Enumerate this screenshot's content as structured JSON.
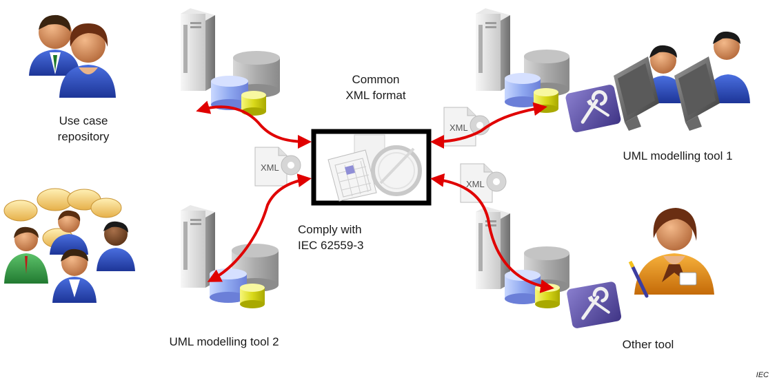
{
  "labels": {
    "use_case_repository": "Use case\nrepository",
    "common_xml": "Common\nXML format",
    "uml_tool_1": "UML modelling tool 1",
    "uml_tool_2": "UML modelling tool 2",
    "comply": "Comply with\nIEC 62559-3",
    "other_tool": "Other tool",
    "iec_mark": "IEC"
  },
  "xml_badge_text": "XML",
  "icons": {
    "server": "server-tower-icon",
    "database": "database-cylinder-icon",
    "users": "users-icon",
    "group_chat": "group-chat-icon",
    "workstations": "workstation-users-icon",
    "tools": "wrench-screwdriver-icon",
    "document": "xml-document-icon",
    "person": "woman-user-icon",
    "center": "calendar-magnifier-icon"
  },
  "colors": {
    "arrow": "#e00000",
    "frame": "#000000",
    "tool_badge": "#5b4ea0"
  }
}
